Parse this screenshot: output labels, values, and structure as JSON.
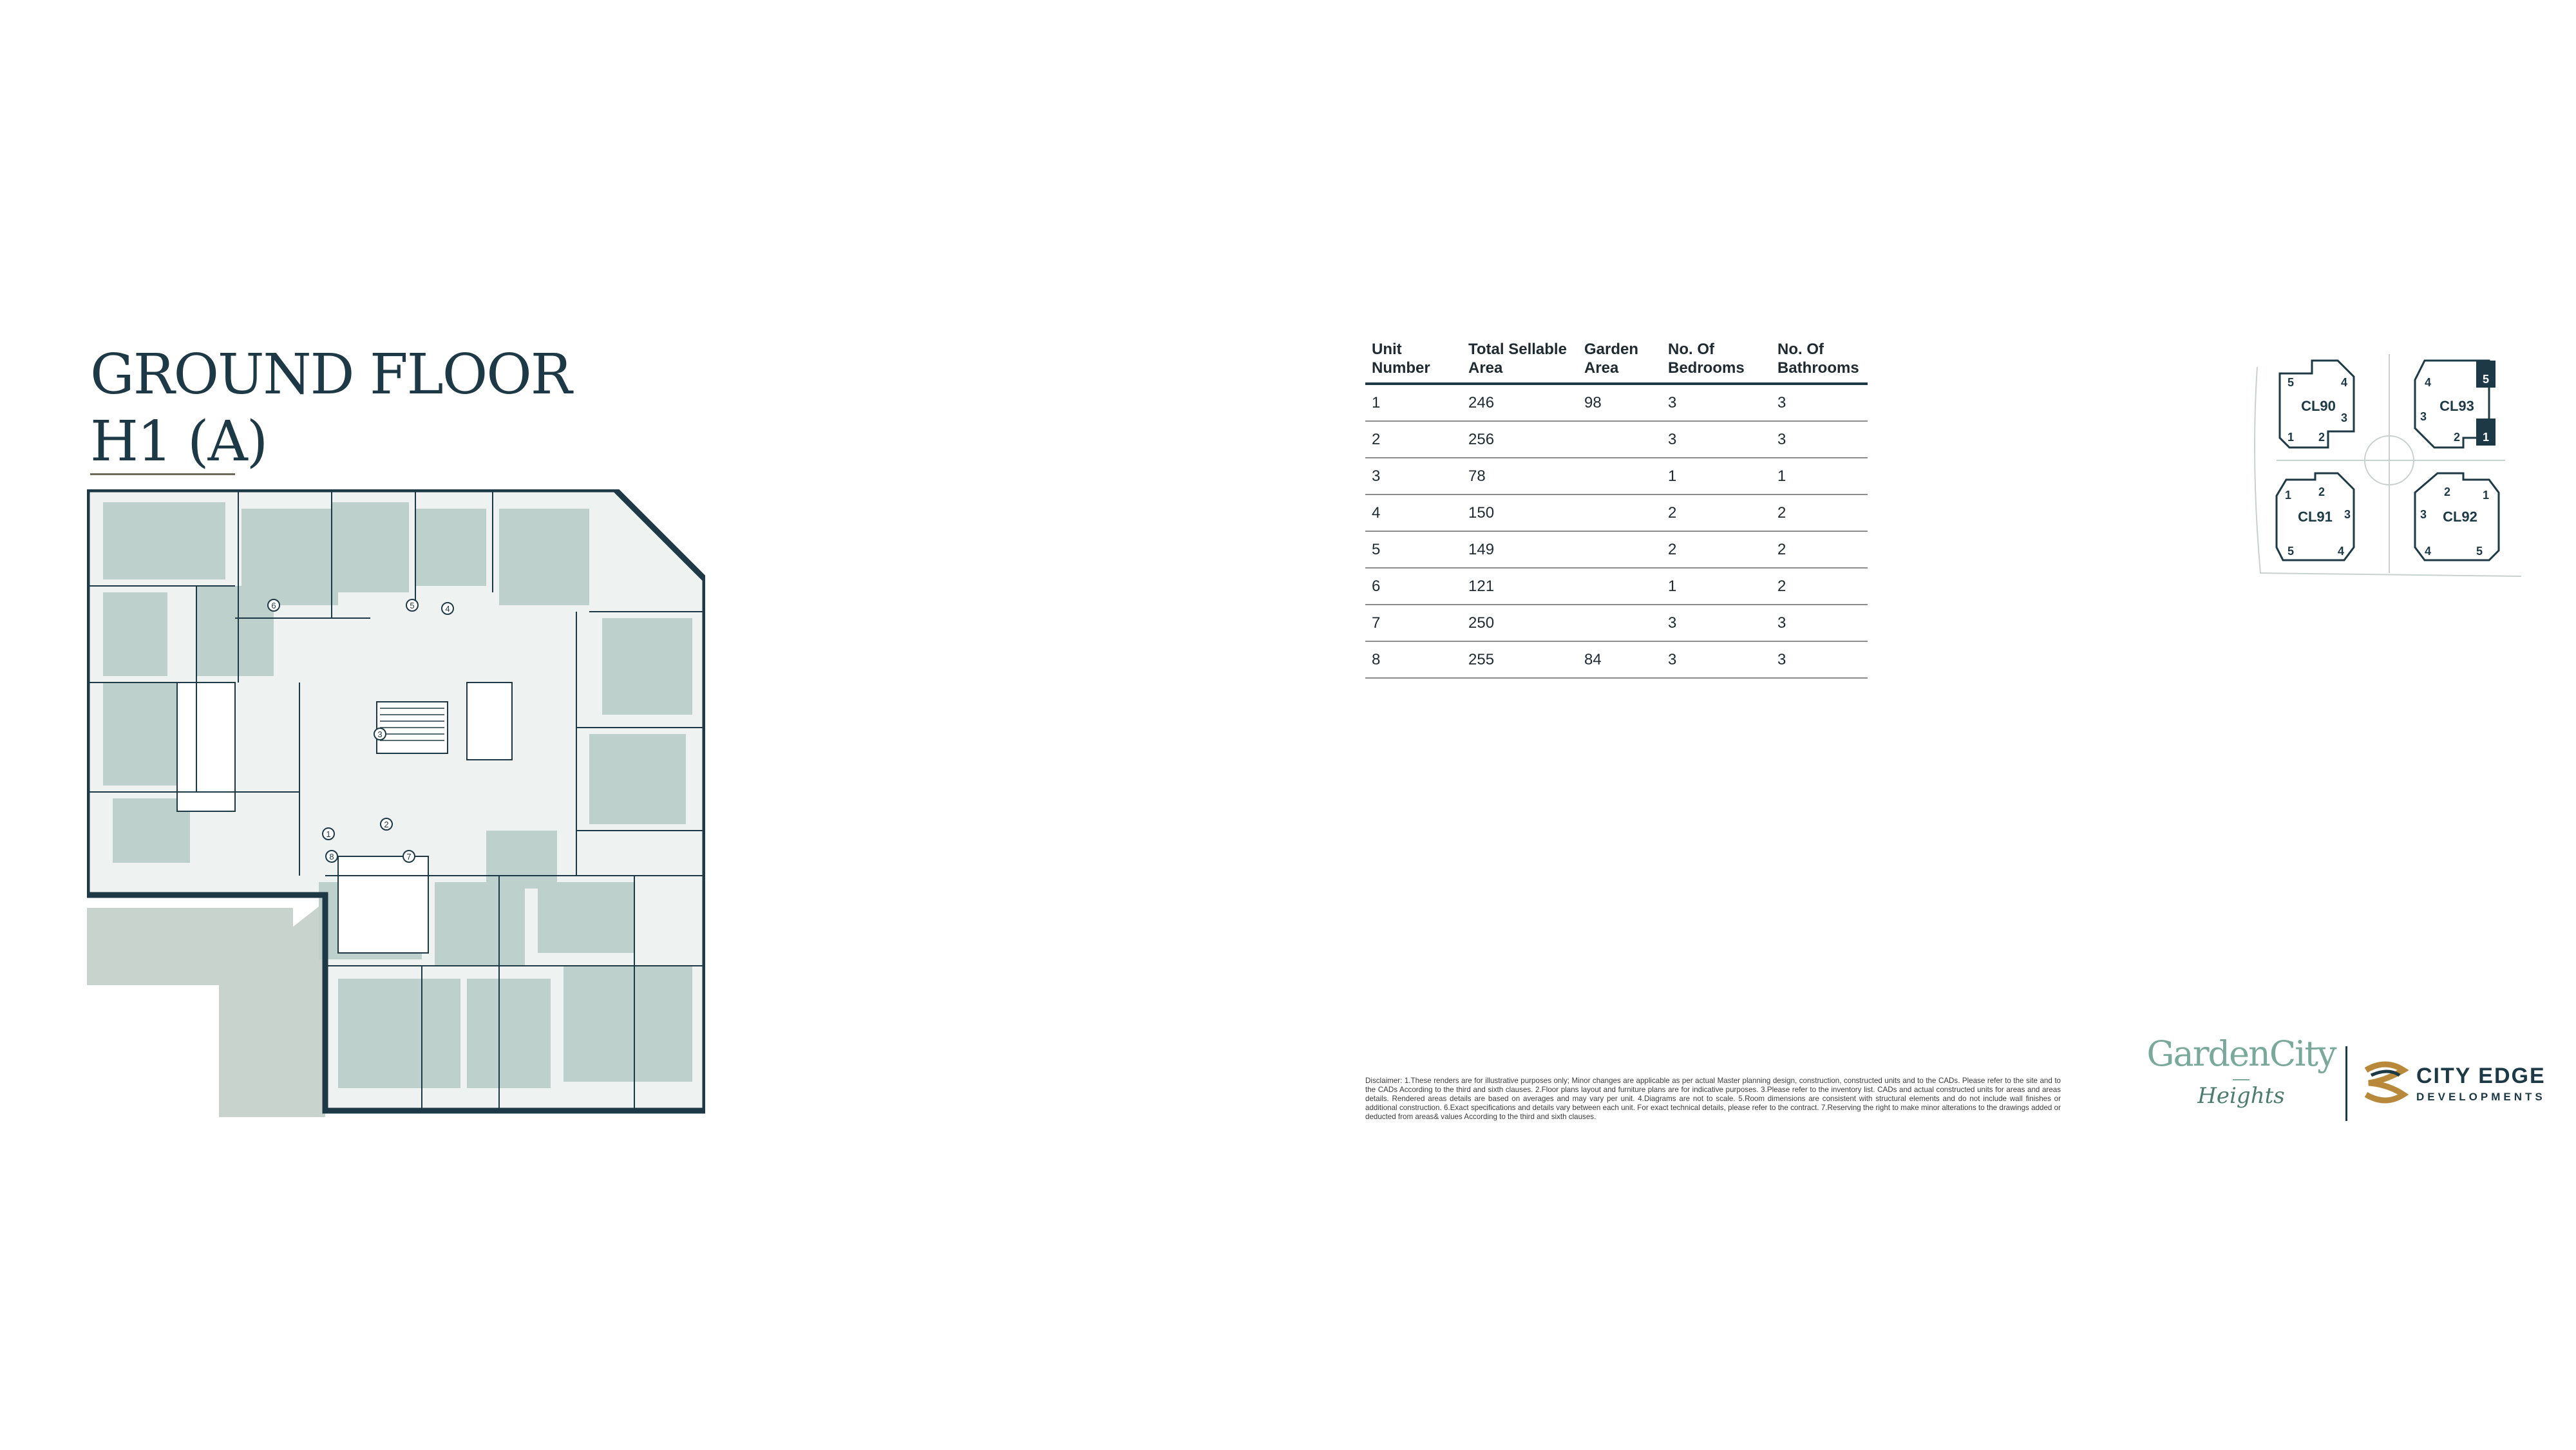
{
  "title": {
    "line1": "GROUND FLOOR",
    "line2": "H1 (A)"
  },
  "plan_markers": [
    "1",
    "2",
    "3",
    "4",
    "5",
    "6",
    "7",
    "8"
  ],
  "units_table": {
    "headers": [
      "Unit Number",
      "Total Sellable Area",
      "Garden Area",
      "No. Of Bedrooms",
      "No. Of Bathrooms"
    ],
    "rows": [
      [
        "1",
        "246",
        "98",
        "3",
        "3"
      ],
      [
        "2",
        "256",
        "",
        "3",
        "3"
      ],
      [
        "3",
        "78",
        "",
        "1",
        "1"
      ],
      [
        "4",
        "150",
        "",
        "2",
        "2"
      ],
      [
        "5",
        "149",
        "",
        "2",
        "2"
      ],
      [
        "6",
        "121",
        "",
        "1",
        "2"
      ],
      [
        "7",
        "250",
        "",
        "3",
        "3"
      ],
      [
        "8",
        "255",
        "84",
        "3",
        "3"
      ]
    ]
  },
  "keyplan": {
    "buildings": [
      {
        "name": "CL90",
        "numbers": [
          "5",
          "4",
          "3",
          "1",
          "2"
        ]
      },
      {
        "name": "CL93",
        "numbers": [
          "4",
          "5",
          "3",
          "2",
          "1"
        ]
      },
      {
        "name": "CL91",
        "numbers": [
          "1",
          "2",
          "3",
          "5",
          "4"
        ]
      },
      {
        "name": "CL92",
        "numbers": [
          "2",
          "1",
          "3",
          "4",
          "5"
        ]
      }
    ]
  },
  "disclaimer": "Disclaimer: 1.These renders are for illustrative purposes only; Minor changes are applicable as per actual Master planning design, construction, constructed units and to the CADs. Please refer to the site and to the CADs According to the third and sixth clauses. 2.Floor plans layout and furniture plans are for indicative purposes. 3.Please refer to the inventory list. CADs and actual constructed units for areas and areas details. Rendered areas details are based on averages and may vary per unit. 4.Diagrams are not to scale. 5.Room dimensions are consistent with structural elements and do not include wall finishes or additional construction. 6.Exact specifications and details vary between each unit. For exact technical details, please refer to the contract. 7.Reserving the right to make minor alterations to the drawings added or deducted from areas& values According to the third and sixth clauses.",
  "brand": {
    "name": "GardenCity",
    "sub": "Heights"
  },
  "developer": {
    "name": "CITY EDGE",
    "sub": "DEVELOPMENTS"
  },
  "colors": {
    "dark": "#1e3946",
    "room": "#bdd0cb",
    "garden": "#c9d3ce",
    "brand": "#7aa89a"
  }
}
